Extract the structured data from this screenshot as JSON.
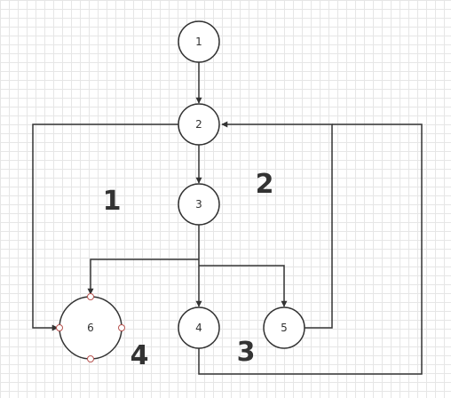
{
  "nodes": {
    "n1": "1",
    "n2": "2",
    "n3": "3",
    "n4": "4",
    "n5": "5",
    "n6": "6"
  },
  "regions": {
    "r1": "1",
    "r2": "2",
    "r3": "3",
    "r4": "4"
  },
  "colors": {
    "stroke": "#333333",
    "grid": "#e6e6e6",
    "selection_handle": "#b85450"
  }
}
